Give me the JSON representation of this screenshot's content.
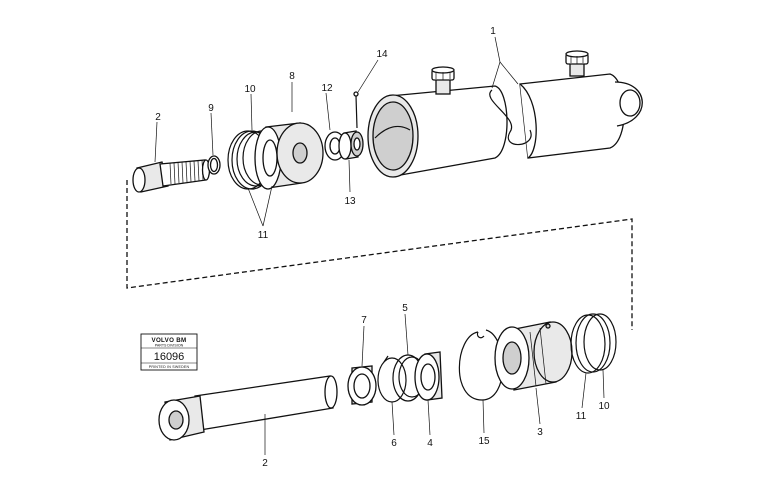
{
  "stamp": {
    "brand": "VOLVO BM",
    "subtitle": "PARTS DIVISION",
    "number": "16096",
    "footer": "PRINTED IN SWEDEN"
  },
  "callouts": [
    {
      "id": "c-1",
      "text": "1"
    },
    {
      "id": "c-14",
      "text": "14"
    },
    {
      "id": "c-8",
      "text": "8"
    },
    {
      "id": "c-12",
      "text": "12"
    },
    {
      "id": "c-10-top",
      "text": "10"
    },
    {
      "id": "c-9",
      "text": "9"
    },
    {
      "id": "c-2-top",
      "text": "2"
    },
    {
      "id": "c-11-top",
      "text": "11"
    },
    {
      "id": "c-13",
      "text": "13"
    },
    {
      "id": "c-7",
      "text": "7"
    },
    {
      "id": "c-5",
      "text": "5"
    },
    {
      "id": "c-6",
      "text": "6"
    },
    {
      "id": "c-4",
      "text": "4"
    },
    {
      "id": "c-15",
      "text": "15"
    },
    {
      "id": "c-3",
      "text": "3"
    },
    {
      "id": "c-11-bot",
      "text": "11"
    },
    {
      "id": "c-10-bot",
      "text": "10"
    },
    {
      "id": "c-2-bot",
      "text": "2"
    }
  ]
}
